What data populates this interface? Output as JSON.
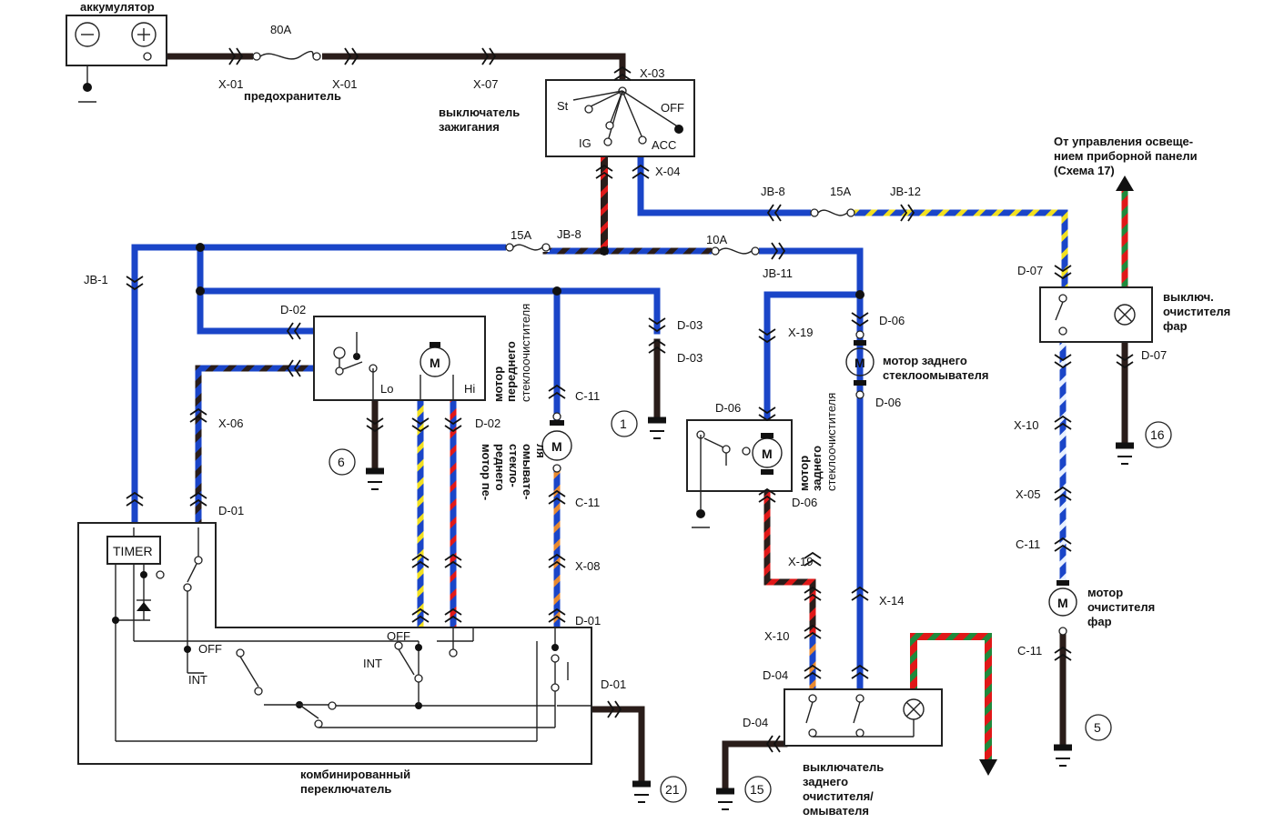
{
  "colors": {
    "blue": "#1a45c8",
    "black": "#2a1d1a",
    "red": "#e01818",
    "yellow": "#f2e020",
    "green": "#1f8a3c",
    "orange": "#e88a30",
    "white": "#ffffff",
    "lightblue": "#cfe0ff"
  },
  "components": {
    "battery": "аккумулятор",
    "battery_minus": "⊖",
    "battery_plus": "⊕",
    "fuse_main": "80A",
    "fuse_main_label": "предохранитель",
    "ignition_switch": "выключатель зажигания",
    "ign_st": "St",
    "ign_ig": "IG",
    "ign_acc": "ACC",
    "ign_off": "OFF",
    "fuse_15a_a": "15A",
    "fuse_15a_b": "15A",
    "fuse_10a": "10A",
    "front_wiper_motor": "мотор переднего стеклоочистителя",
    "motor_lo": "Lo",
    "motor_hi": "Hi",
    "motor_m": "M",
    "front_washer_motor": "мотор переднего стеклоомывателя",
    "rear_washer_motor": "мотор заднего стеклоомывателя",
    "rear_wiper_motor": "мотор заднего стеклоочистителя",
    "headlamp_switch": "выключ. очистителя фар",
    "headlamp_motor": "мотор очистителя фар",
    "from_panel_lighting": "От управления освещением приборной панели (Схема 17)",
    "combo_switch": "комбинированный переключатель",
    "timer": "TIMER",
    "sw_off": "OFF",
    "sw_int": "INT",
    "rear_switch": "выключатель заднего очистителя/ омывателя"
  },
  "connectors": {
    "x01a": "X-01",
    "x01b": "X-01",
    "x07": "X-07",
    "x03": "X-03",
    "x04": "X-04",
    "jb8a": "JB-8",
    "jb8b": "JB-8",
    "jb12": "JB-12",
    "jb11": "JB-11",
    "jb1": "JB-1",
    "d02a": "D-02",
    "d02b": "D-02",
    "d03a": "D-03",
    "d03b": "D-03",
    "c11a": "C-11",
    "c11b": "C-11",
    "c11c": "C-11",
    "c11d": "C-11",
    "x06": "X-06",
    "d01a": "D-01",
    "d01b": "D-01",
    "d01c": "D-01",
    "x08": "X-08",
    "x19a": "X-19",
    "x19b": "X-19",
    "d06a": "D-06",
    "d06b": "D-06",
    "d06c": "D-06",
    "d06d": "D-06",
    "x10a": "X-10",
    "x10b": "X-10",
    "x14": "X-14",
    "d04a": "D-04",
    "d04b": "D-04",
    "d07a": "D-07",
    "d07b": "D-07",
    "x05": "X-05"
  },
  "grounds": {
    "g1": "1",
    "g6": "6",
    "g16": "16",
    "g5": "5",
    "g15": "15",
    "g21": "21"
  }
}
